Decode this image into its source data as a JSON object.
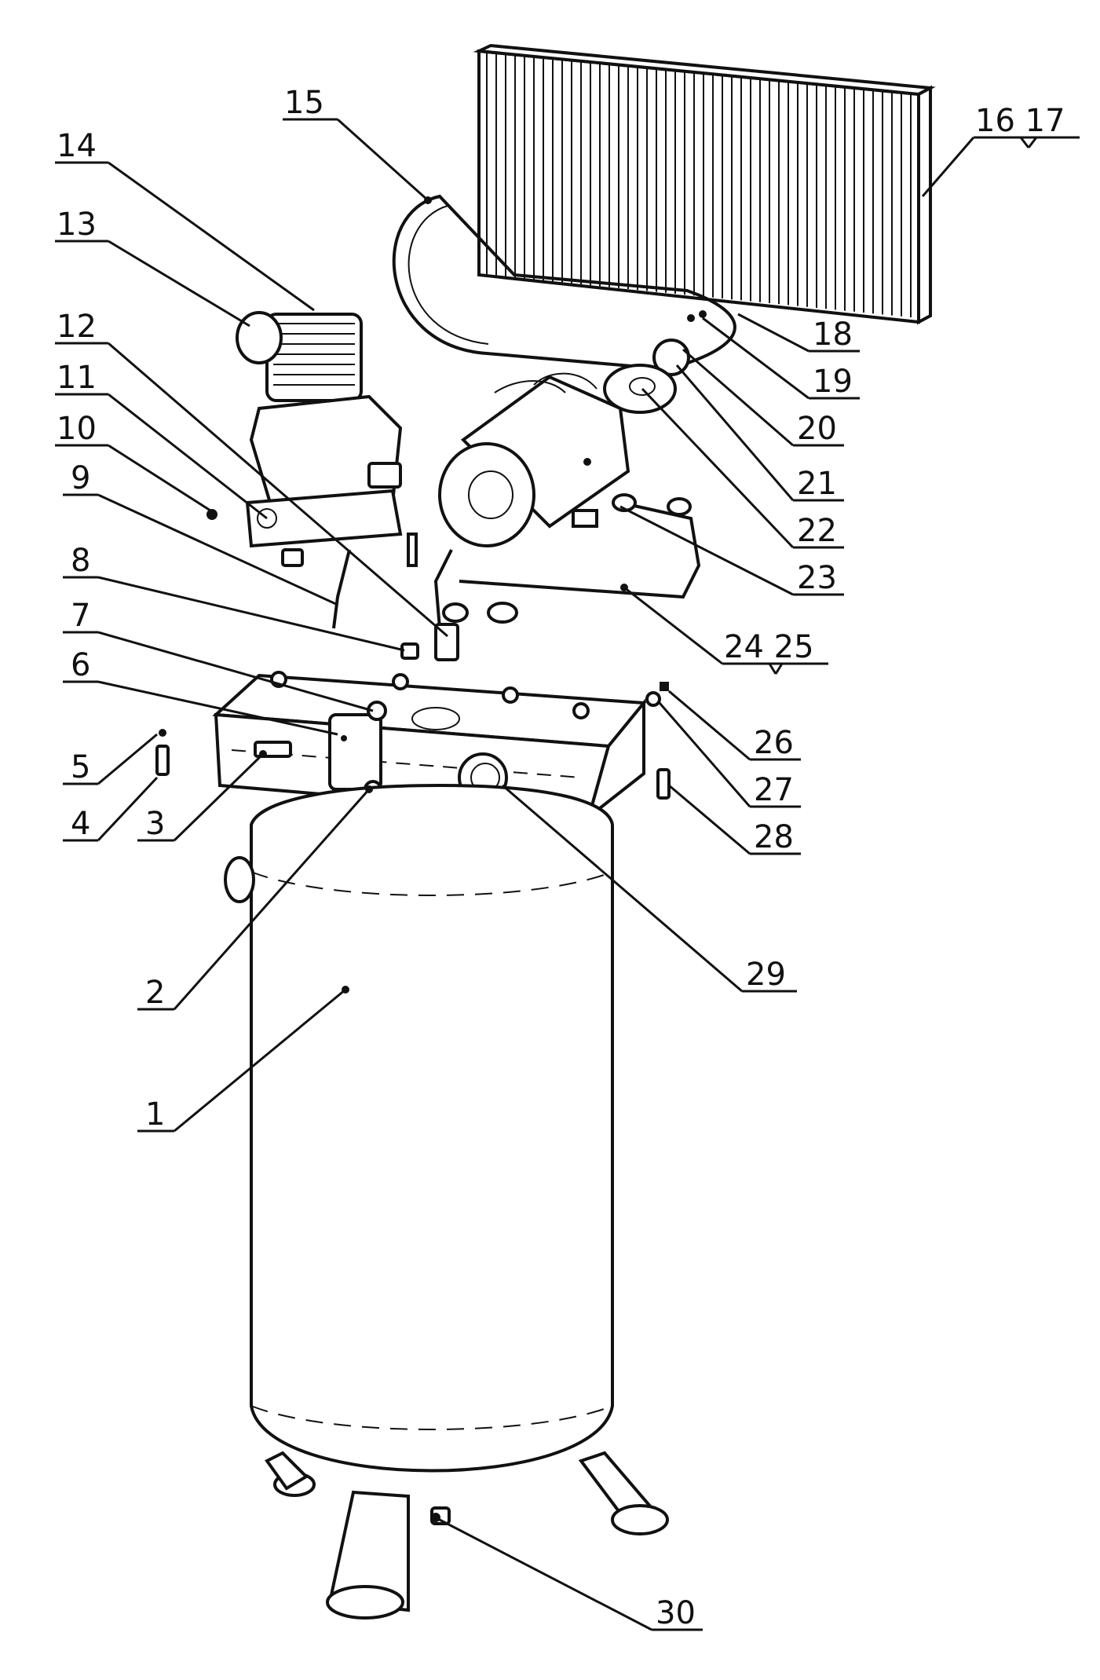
{
  "diagram": {
    "type": "exploded-parts-view",
    "colors": {
      "ink": "#111111",
      "background": "#ffffff"
    },
    "callouts": [
      {
        "id": "1",
        "label": "1"
      },
      {
        "id": "2",
        "label": "2"
      },
      {
        "id": "3",
        "label": "3"
      },
      {
        "id": "4",
        "label": "4"
      },
      {
        "id": "5",
        "label": "5"
      },
      {
        "id": "6",
        "label": "6"
      },
      {
        "id": "7",
        "label": "7"
      },
      {
        "id": "8",
        "label": "8"
      },
      {
        "id": "9",
        "label": "9"
      },
      {
        "id": "10",
        "label": "10"
      },
      {
        "id": "11",
        "label": "11"
      },
      {
        "id": "12",
        "label": "12"
      },
      {
        "id": "13",
        "label": "13"
      },
      {
        "id": "14",
        "label": "14"
      },
      {
        "id": "15",
        "label": "15"
      },
      {
        "id": "16_17",
        "label": "16  17"
      },
      {
        "id": "18",
        "label": "18"
      },
      {
        "id": "19",
        "label": "19"
      },
      {
        "id": "20",
        "label": "20"
      },
      {
        "id": "21",
        "label": "21"
      },
      {
        "id": "22",
        "label": "22"
      },
      {
        "id": "23",
        "label": "23"
      },
      {
        "id": "24_25",
        "label": "24  25"
      },
      {
        "id": "26",
        "label": "26"
      },
      {
        "id": "27",
        "label": "27"
      },
      {
        "id": "28",
        "label": "28"
      },
      {
        "id": "29",
        "label": "29"
      },
      {
        "id": "30",
        "label": "30"
      }
    ]
  }
}
